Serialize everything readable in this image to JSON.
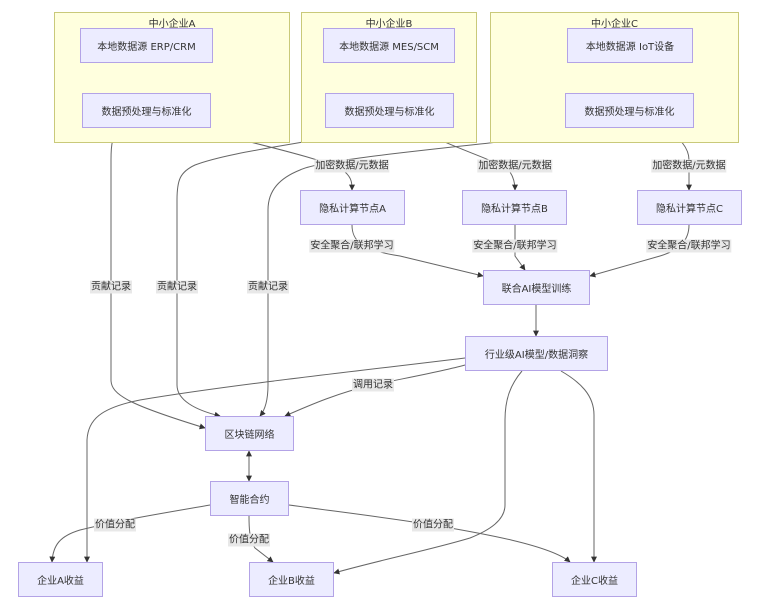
{
  "clusters": {
    "a": {
      "title": "中小企业A"
    },
    "b": {
      "title": "中小企业B"
    },
    "c": {
      "title": "中小企业C"
    }
  },
  "nodes": {
    "src_a": "本地数据源 ERP/CRM",
    "src_b": "本地数据源 MES/SCM",
    "src_c": "本地数据源 IoT设备",
    "pre_a": "数据预处理与标准化",
    "pre_b": "数据预处理与标准化",
    "pre_c": "数据预处理与标准化",
    "priv_a": "隐私计算节点A",
    "priv_b": "隐私计算节点B",
    "priv_c": "隐私计算节点C",
    "fed": "联合AI模型训练",
    "model": "行业级AI模型/数据洞察",
    "chain": "区块链网络",
    "contract": "智能合约",
    "rev_a": "企业A收益",
    "rev_b": "企业B收益",
    "rev_c": "企业C收益"
  },
  "edge_labels": {
    "enc_a": "加密数据/元数据",
    "enc_b": "加密数据/元数据",
    "enc_c": "加密数据/元数据",
    "agg_a": "安全聚合/联邦学习",
    "agg_b": "安全聚合/联邦学习",
    "agg_c": "安全聚合/联邦学习",
    "contrib_a": "贡献记录",
    "contrib_b": "贡献记录",
    "contrib_c": "贡献记录",
    "usage": "调用记录",
    "value_a": "价值分配",
    "value_b": "价值分配",
    "value_c": "价值分配"
  },
  "colors": {
    "node_fill": "#ececff",
    "node_border": "#b3a3e6",
    "cluster_fill": "#ffffde",
    "cluster_border": "#c9c97a",
    "edge": "#666666",
    "label_bg": "#e8e8e8"
  }
}
